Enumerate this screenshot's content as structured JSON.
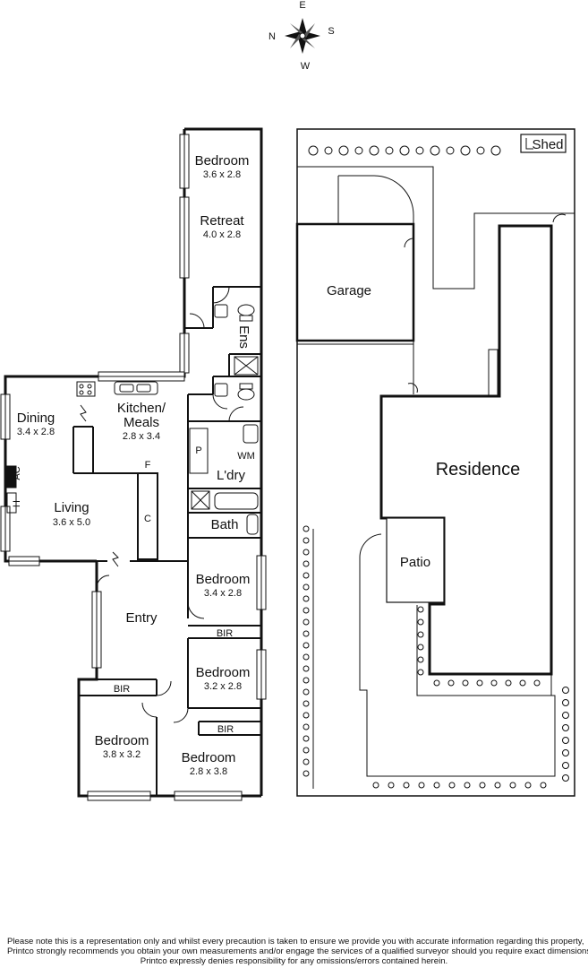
{
  "compass": {
    "n": "N",
    "e": "E",
    "s": "S",
    "w": "W"
  },
  "floor_plan": {
    "rooms": [
      {
        "id": "bedroom_rear",
        "name": "Bedroom",
        "dims": "3.6 x 2.8"
      },
      {
        "id": "retreat",
        "name": "Retreat",
        "dims": "4.0 x 2.8"
      },
      {
        "id": "ens",
        "name": "Ens",
        "dims": ""
      },
      {
        "id": "kitchen",
        "name": "Kitchen/",
        "name2": "Meals",
        "dims": "2.8 x 3.4"
      },
      {
        "id": "dining",
        "name": "Dining",
        "dims": "3.4 x 2.8"
      },
      {
        "id": "living",
        "name": "Living",
        "dims": "3.6 x 5.0"
      },
      {
        "id": "laundry",
        "name": "L'dry",
        "dims": ""
      },
      {
        "id": "bath",
        "name": "Bath",
        "dims": ""
      },
      {
        "id": "bedroom_mid1",
        "name": "Bedroom",
        "dims": "3.4 x 2.8"
      },
      {
        "id": "bedroom_mid2",
        "name": "Bedroom",
        "dims": "3.2 x 2.8"
      },
      {
        "id": "entry",
        "name": "Entry",
        "dims": ""
      },
      {
        "id": "bedroom_front_left",
        "name": "Bedroom",
        "dims": "3.8 x 3.2"
      },
      {
        "id": "bedroom_front_right",
        "name": "Bedroom",
        "dims": "2.8 x 3.8"
      }
    ],
    "fixtures": {
      "ac": "AC",
      "h": "H",
      "f": "F",
      "c": "C",
      "p": "P",
      "wm": "WM",
      "bir1": "BIR",
      "bir2": "BIR",
      "bir3": "BIR"
    }
  },
  "site_plan": {
    "labels": {
      "garage": "Garage",
      "residence": "Residence",
      "patio": "Patio",
      "shed": "Shed"
    }
  },
  "disclaimer": [
    "Please note this is a representation only and whilst every precaution is taken to ensure we provide you with accurate information regarding this property,",
    "Printco strongly recommends you obtain your own measurements and/or engage the services of a qualified surveyor should you require exact dimensions.",
    "Printco expressly denies responsibility for any omissions/errors contained herein."
  ]
}
